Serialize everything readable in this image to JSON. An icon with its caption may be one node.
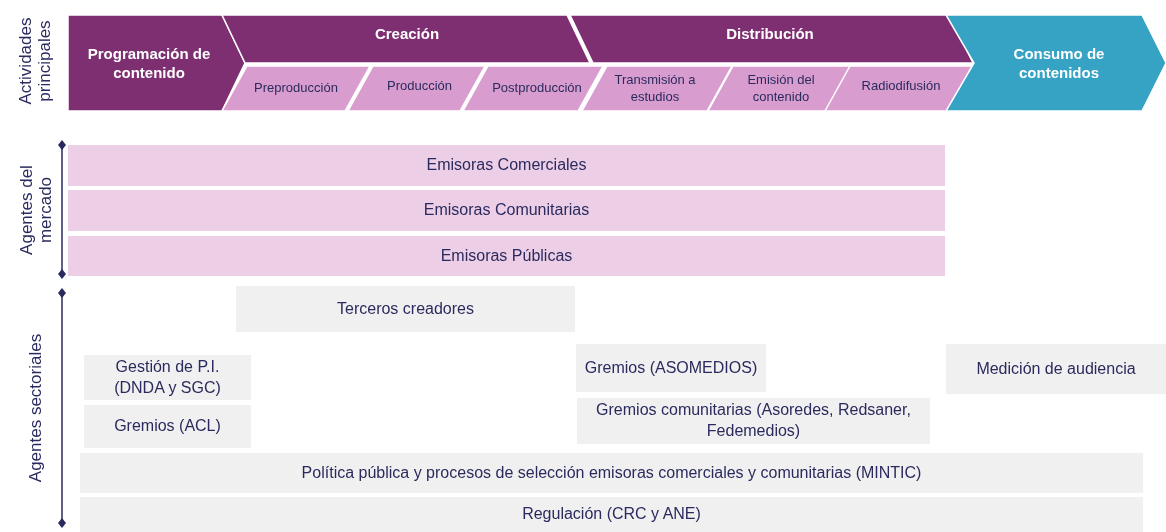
{
  "diagram": {
    "nodes": [
      {
        "text": [
          "Programación de contenido"
        ]
      },
      {
        "text": [
          "Creación"
        ]
      },
      {
        "text": [
          "Preproducción"
        ]
      },
      {
        "text": [
          "Producción"
        ]
      },
      {
        "text": [
          "Postproducción"
        ]
      },
      {
        "text": [
          "Distribución"
        ]
      },
      {
        "text": [
          "Transmisión a estudios"
        ]
      },
      {
        "text": [
          "Emisión del contenido"
        ]
      },
      {
        "text": [
          "Radiodifusión"
        ]
      },
      {
        "text": [
          "Consumo de contenidos"
        ]
      },
      {
        "text": [
          "Emisoras Comerciales"
        ]
      },
      {
        "text": [
          "Emisoras Comunitarias"
        ]
      },
      {
        "text": [
          "Emisoras Públicas"
        ]
      },
      {
        "text": [
          "Terceros creadores"
        ]
      },
      {
        "text": [
          "Gestión de P.I. (DNDA y SGC)"
        ]
      },
      {
        "text": [
          "Gremios (ASOMEDIOS)"
        ]
      },
      {
        "text": [
          "Medición de audiencia"
        ]
      },
      {
        "text": [
          "Gremios (ACL)"
        ]
      },
      {
        "text": [
          "Gremios comunitarias (Asoredes, Redsaner, Fedemedios)"
        ]
      },
      {
        "text": [
          "Política pública y procesos de selección emisoras comerciales y comunitarias (MINTIC)"
        ]
      },
      {
        "text": [
          "Regulación (CRC y ANE)"
        ]
      }
    ],
    "labels": [
      "Actividades principales",
      "Agentes del mercado",
      "Agentes sectoriales"
    ]
  }
}
